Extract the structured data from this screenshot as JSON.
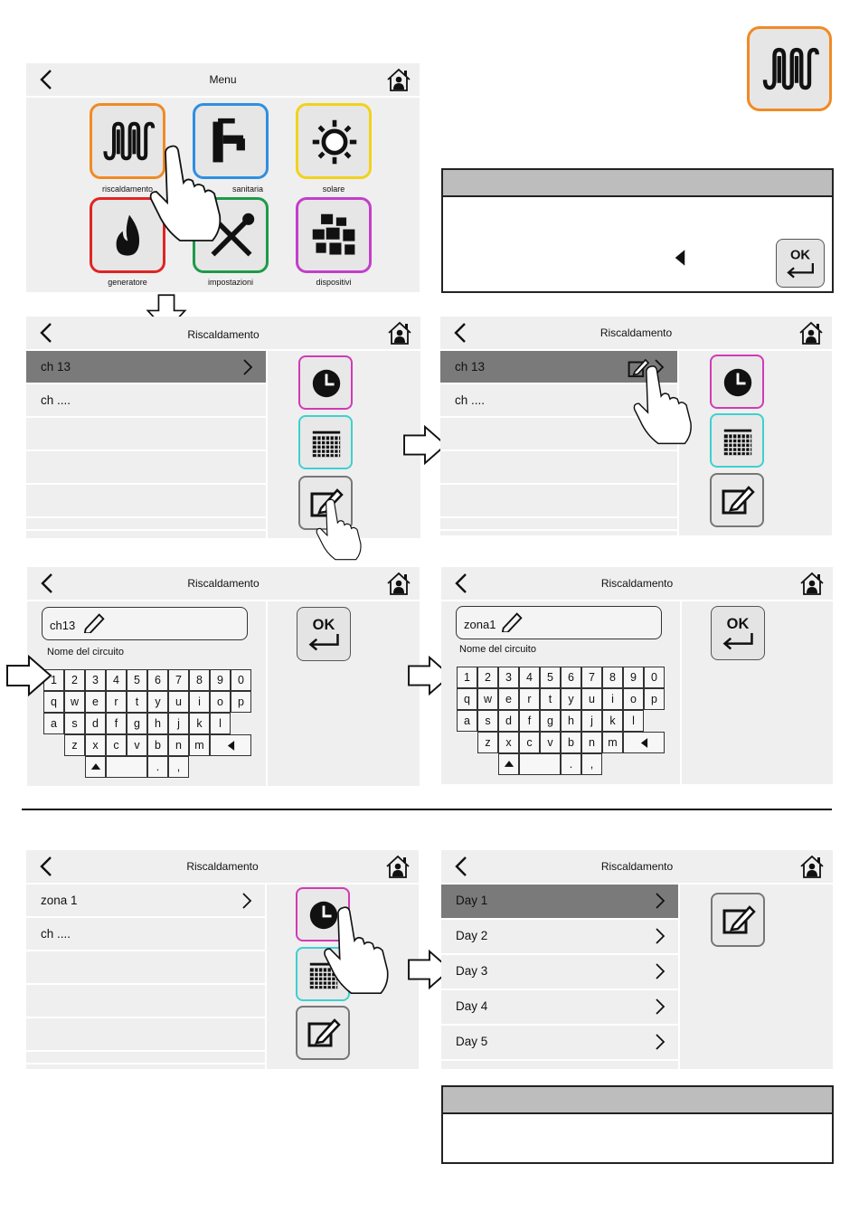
{
  "colors": {
    "screen_bg": "#efefef",
    "selected_row": "#7a7a7a",
    "heating": "#f08a24",
    "water": "#2f8fe0",
    "solar": "#f2d21b",
    "generator": "#e02424",
    "settings": "#1e9a4a",
    "devices": "#c23fc9",
    "clock_border": "#d23ab5",
    "calendar_border": "#3fd0d0"
  },
  "menu_screen": {
    "title": "Menu",
    "tiles": [
      {
        "label": "riscaldamento",
        "icon": "radiator-icon"
      },
      {
        "label": "sanitaria",
        "icon": "faucet-icon"
      },
      {
        "label": "solare",
        "icon": "sun-icon"
      },
      {
        "label": "generatore",
        "icon": "flame-icon"
      },
      {
        "label": "impostazioni",
        "icon": "tools-icon"
      },
      {
        "label": "dispositivi",
        "icon": "devices-icon"
      }
    ]
  },
  "screen2": {
    "title": "Riscaldamento",
    "rows": [
      "ch 13",
      "ch ....",
      "",
      "",
      "",
      ""
    ]
  },
  "screen3": {
    "title": "Riscaldamento",
    "rows": [
      "ch 13",
      "ch ....",
      "",
      "",
      "",
      ""
    ]
  },
  "screen4": {
    "title": "Riscaldamento",
    "field_value": "ch13",
    "field_caption": "Nome del circuito",
    "ok": "OK"
  },
  "screen5": {
    "title": "Riscaldamento",
    "field_value": "zona1",
    "field_caption": "Nome del circuito",
    "ok": "OK"
  },
  "keyboard": {
    "row1": [
      "1",
      "2",
      "3",
      "4",
      "5",
      "6",
      "7",
      "8",
      "9",
      "0"
    ],
    "row2": [
      "q",
      "w",
      "e",
      "r",
      "t",
      "y",
      "u",
      "i",
      "o",
      "p"
    ],
    "row3": [
      "a",
      "s",
      "d",
      "f",
      "g",
      "h",
      "j",
      "k",
      "l"
    ],
    "row4": [
      "z",
      "x",
      "c",
      "v",
      "b",
      "n",
      "m"
    ],
    "row5": [
      ".",
      ","
    ]
  },
  "screen6": {
    "title": "Riscaldamento",
    "rows": [
      "zona 1",
      "ch ....",
      "",
      "",
      "",
      ""
    ]
  },
  "screen7": {
    "title": "Riscaldamento",
    "rows": [
      "Day 1",
      "Day 2",
      "Day 3",
      "Day 4",
      "Day 5"
    ]
  },
  "note_box": {
    "ok": "OK"
  }
}
